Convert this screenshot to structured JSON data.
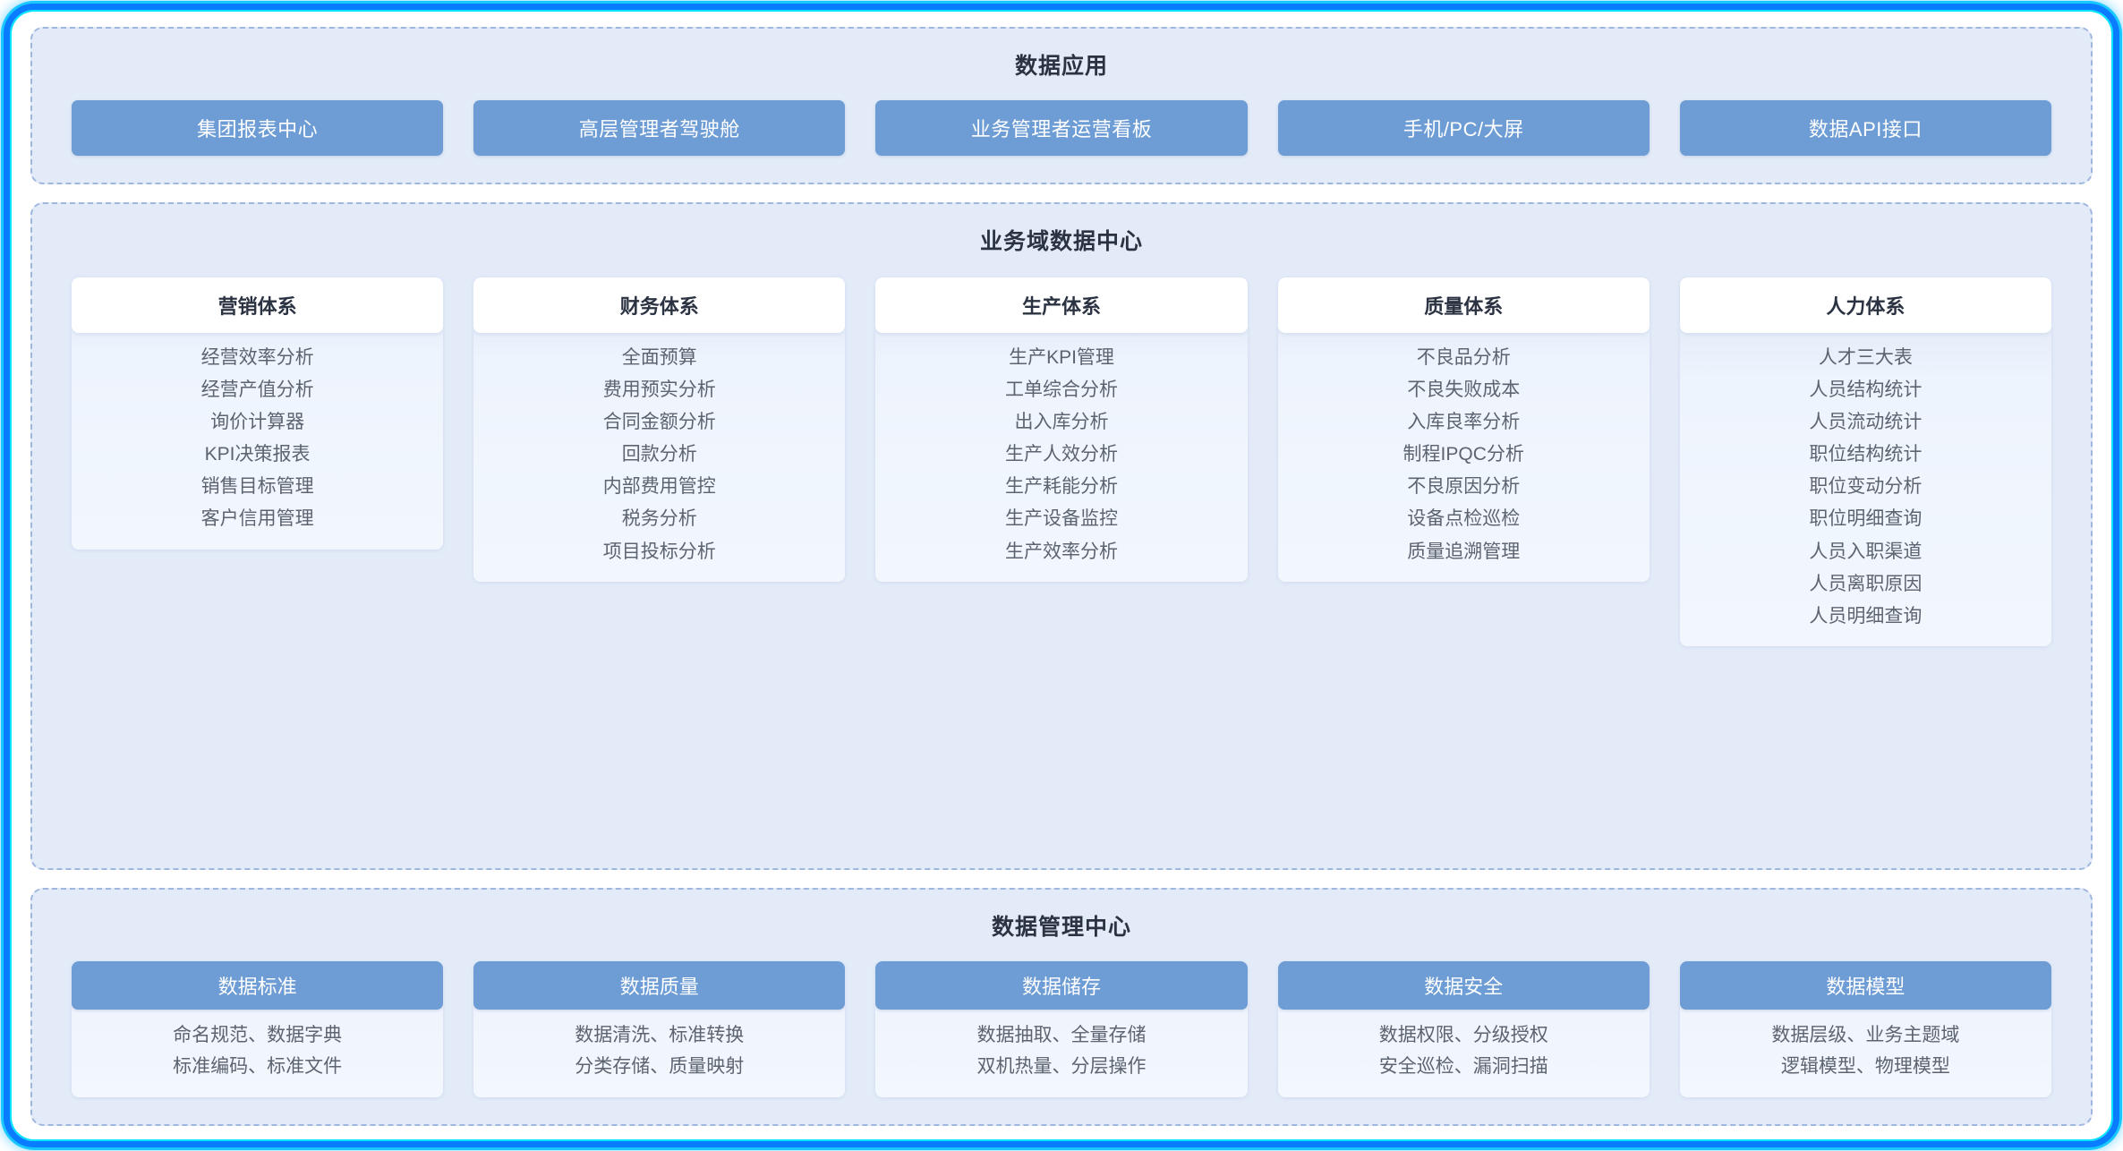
{
  "theme": {
    "frame_border": "#0a7cff",
    "frame_glow": "#19c8ff",
    "section_bg": "#e3ebf9",
    "section_dash_border": "#9fb7de",
    "chip_blue": "#6e9dd5",
    "title_color": "#2b3342",
    "item_color": "#5c6470",
    "card_white": "#ffffff"
  },
  "sections": {
    "data_application": {
      "title": "数据应用",
      "chips": [
        {
          "label": "集团报表中心"
        },
        {
          "label": "高层管理者驾驶舱"
        },
        {
          "label": "业务管理者运营看板"
        },
        {
          "label": "手机/PC/大屏"
        },
        {
          "label": "数据API接口"
        }
      ]
    },
    "business_domain": {
      "title": "业务域数据中心",
      "columns": [
        {
          "header": "营销体系",
          "items": [
            "经营效率分析",
            "经营产值分析",
            "询价计算器",
            "KPI决策报表",
            "销售目标管理",
            "客户信用管理"
          ]
        },
        {
          "header": "财务体系",
          "items": [
            "全面预算",
            "费用预实分析",
            "合同金额分析",
            "回款分析",
            "内部费用管控",
            "税务分析",
            "项目投标分析"
          ]
        },
        {
          "header": "生产体系",
          "items": [
            "生产KPI管理",
            "工单综合分析",
            "出入库分析",
            "生产人效分析",
            "生产耗能分析",
            "生产设备监控",
            "生产效率分析"
          ]
        },
        {
          "header": "质量体系",
          "items": [
            "不良品分析",
            "不良失败成本",
            "入库良率分析",
            "制程IPQC分析",
            "不良原因分析",
            "设备点检巡检",
            "质量追溯管理"
          ]
        },
        {
          "header": "人力体系",
          "items": [
            "人才三大表",
            "人员结构统计",
            "人员流动统计",
            "职位结构统计",
            "职位变动分析",
            "职位明细查询",
            "人员入职渠道",
            "人员离职原因",
            "人员明细查询"
          ]
        }
      ]
    },
    "data_management": {
      "title": "数据管理中心",
      "cards": [
        {
          "header": "数据标准",
          "lines": [
            "命名规范、数据字典",
            "标准编码、标准文件"
          ]
        },
        {
          "header": "数据质量",
          "lines": [
            "数据清洗、标准转换",
            "分类存储、质量映射"
          ]
        },
        {
          "header": "数据储存",
          "lines": [
            "数据抽取、全量存储",
            "双机热量、分层操作"
          ]
        },
        {
          "header": "数据安全",
          "lines": [
            "数据权限、分级授权",
            "安全巡检、漏洞扫描"
          ]
        },
        {
          "header": "数据模型",
          "lines": [
            "数据层级、业务主题域",
            "逻辑模型、物理模型"
          ]
        }
      ]
    }
  }
}
